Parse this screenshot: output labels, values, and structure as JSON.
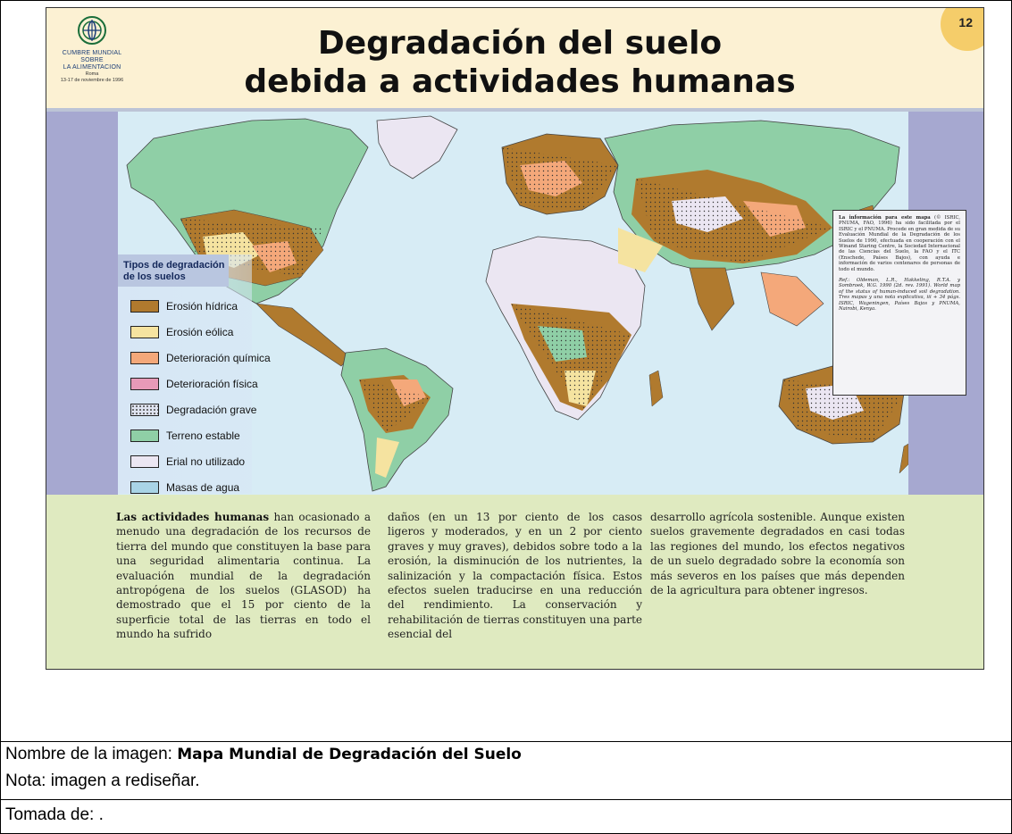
{
  "poster": {
    "logo": {
      "org_line1": "CUMBRE MUNDIAL SOBRE",
      "org_line2": "LA ALIMENTACION",
      "place": "Roma",
      "dates": "13-17 de noviembre de 1996"
    },
    "title_line1": "Degradación del suelo",
    "title_line2": "debida a actividades humanas",
    "page_number": "12",
    "legend": {
      "title_line1": "Tipos de degradación",
      "title_line2": "de los suelos",
      "items": [
        {
          "label": "Erosión hídrica",
          "color": "#b07a2e"
        },
        {
          "label": "Erosión eólica",
          "color": "#f5e3a0"
        },
        {
          "label": "Deterioración química",
          "color": "#f4a87a"
        },
        {
          "label": "Deterioración física",
          "color": "#e79ab8"
        },
        {
          "label": "Degradación grave",
          "color": "#dfe3f0"
        },
        {
          "label": "Terreno estable",
          "color": "#8fcfa6"
        },
        {
          "label": "Erial no utilizado",
          "color": "#ebe6f2"
        },
        {
          "label": "Masas de agua",
          "color": "#a9d4e6"
        }
      ]
    },
    "info_box": {
      "lead": "La información para este mapa",
      "body": "(© ISRIC, PNUMA, FAO, 1996) ha sido facilitada por el ISRIC y el PNUMA. Procede en gran medida de su Evaluación Mundial de la Degradación de los Suelos de 1990, efectuada en cooperación con el Winand Staring Centre, la Sociedad Internacional de las Ciencias del Suelo, la FAO y el ITC (Enschede, Países Bajos), con ayuda e información de varios centenares de personas de todo el mundo.",
      "ref": "Ref.: Oldeman, L.R., Hakkeling, R.T.A. y Sombroek, W.G. 1990 (2d. rev. 1991). World map of the status of human-induced soil degradation. Tres mapas y una nota explicativa, iii + 34 págs. ISRIC, Wageningen, Países Bajos y PNUMA, Nairobi, Kenya."
    },
    "text": {
      "col1_lead": "Las actividades humanas",
      "col1": " han ocasionado a menudo una degradación de los recursos de tierra del mundo que constituyen la base para una seguridad alimentaria continua. La evaluación mundial de la degradación antropógena de los suelos (GLASOD) ha demostrado que el 15 por ciento de la superficie total de las tierras en todo el mundo ha sufrido",
      "col2": "daños (en un 13 por ciento de los casos ligeros y moderados, y en un 2 por ciento graves y muy graves), debidos sobre todo a la erosión, la disminución de los nutrientes, la salinización y la compactación física. Estos efectos suelen traducirse en una reducción del rendimiento. La conservación y rehabilitación de tierras constituyen una parte esencial del",
      "col3": "desarrollo agrícola sostenible. Aunque existen suelos gravemente degradados en casi todas las regiones del mundo, los efectos negativos de un suelo degradado sobre la economía son más severos en los países que más dependen de la agricultura para obtener ingresos."
    }
  },
  "caption": {
    "name_label": "Nombre de la imagen: ",
    "name_value": "Mapa Mundial de Degradación del Suelo",
    "note": "Nota: imagen a rediseñar.",
    "source": "Tomada de:  ."
  }
}
